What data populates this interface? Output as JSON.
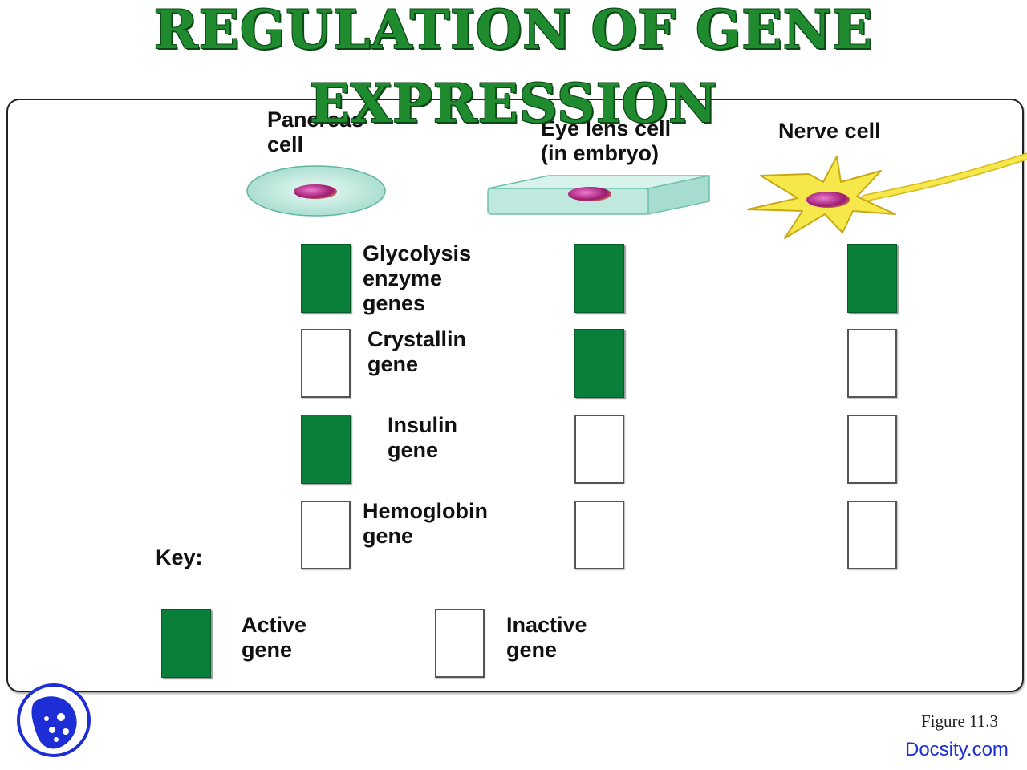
{
  "title_line1": "REGULATION OF GENE",
  "title_line2": "EXPRESSION",
  "cells": [
    {
      "label": "Pancreas\ncell"
    },
    {
      "label": "Eye lens cell\n(in embryo)"
    },
    {
      "label": "Nerve cell"
    }
  ],
  "genes": [
    {
      "label": "Glycolysis\nenzyme\ngenes",
      "states": [
        "active",
        "active",
        "active"
      ]
    },
    {
      "label": "Crystallin\ngene",
      "states": [
        "inactive",
        "active",
        "inactive"
      ]
    },
    {
      "label": "Insulin\ngene",
      "states": [
        "active",
        "inactive",
        "inactive"
      ]
    },
    {
      "label": "Hemoglobin\ngene",
      "states": [
        "inactive",
        "inactive",
        "inactive"
      ]
    }
  ],
  "key": {
    "label": "Key:",
    "active_label": "Active\ngene",
    "inactive_label": "Inactive\ngene"
  },
  "colors": {
    "active": "#0a7f3a",
    "title": "#1f8a2e",
    "cell_fill": "#b9e6dc",
    "nucleus": "#b0207a",
    "nerve": "#f6e84a"
  },
  "figure_caption": "Figure 11.3",
  "watermark": "Docsity.com"
}
